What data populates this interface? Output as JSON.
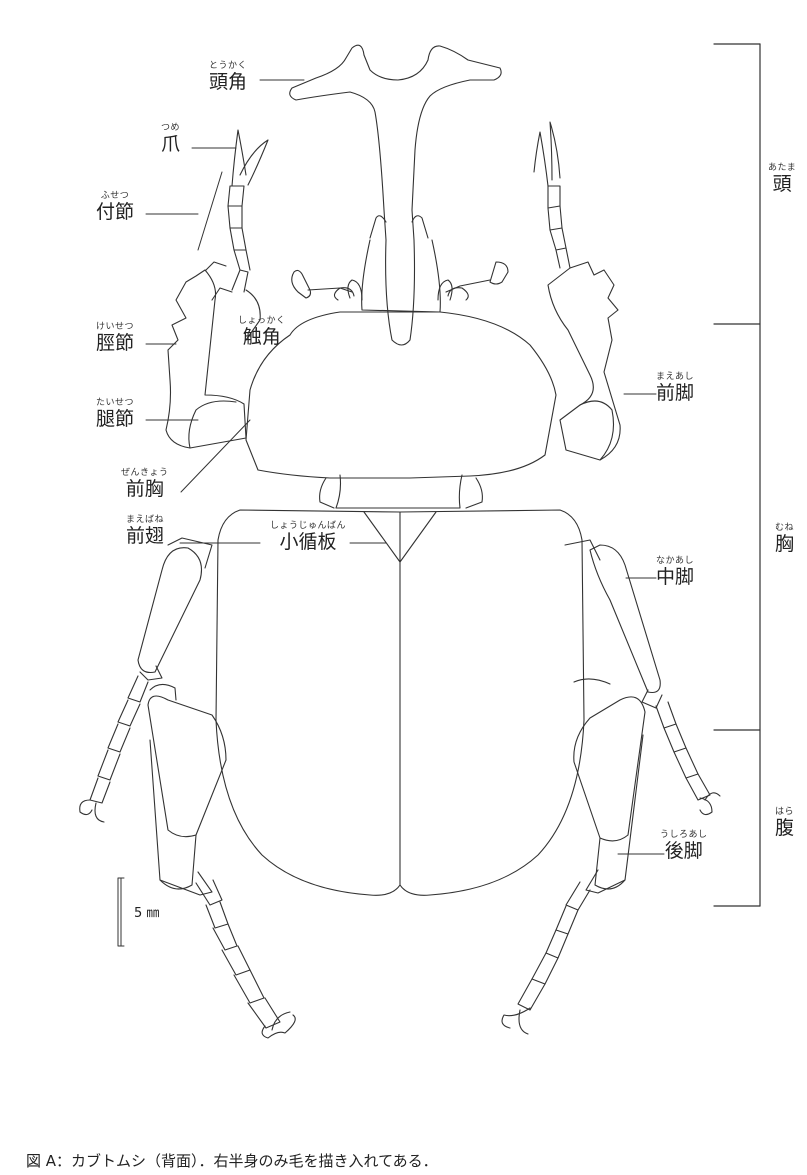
{
  "parts": [
    {
      "id": "head-horn",
      "ruby": "とうかく",
      "label": "頭角"
    },
    {
      "id": "claw",
      "ruby": "つめ",
      "label": "爪"
    },
    {
      "id": "tarsus",
      "ruby": "ふせつ",
      "label": "付節"
    },
    {
      "id": "tibia",
      "ruby": "けいせつ",
      "label": "脛節"
    },
    {
      "id": "antenna",
      "ruby": "しょっかく",
      "label": "触角"
    },
    {
      "id": "femur",
      "ruby": "たいせつ",
      "label": "腿節"
    },
    {
      "id": "prothorax",
      "ruby": "ぜんきょう",
      "label": "前胸"
    },
    {
      "id": "elytra",
      "ruby": "まえばね",
      "label": "前翅"
    },
    {
      "id": "scutellum",
      "ruby": "しょうじゅんばん",
      "label": "小循板"
    },
    {
      "id": "foreleg",
      "ruby": "まえあし",
      "label": "前脚"
    },
    {
      "id": "midleg",
      "ruby": "なかあし",
      "label": "中脚"
    },
    {
      "id": "hindleg",
      "ruby": "うしろあし",
      "label": "後脚"
    }
  ],
  "regions": [
    {
      "id": "head",
      "ruby": "あたま",
      "label": "頭"
    },
    {
      "id": "chest",
      "ruby": "むね",
      "label": "胸"
    },
    {
      "id": "abdomen",
      "ruby": "はら",
      "label": "腹"
    }
  ],
  "scale_bar": {
    "label": "5 ㎜"
  },
  "caption": "図 A：カブトムシ（背面）．右半身のみ毛を描き入れてある．"
}
